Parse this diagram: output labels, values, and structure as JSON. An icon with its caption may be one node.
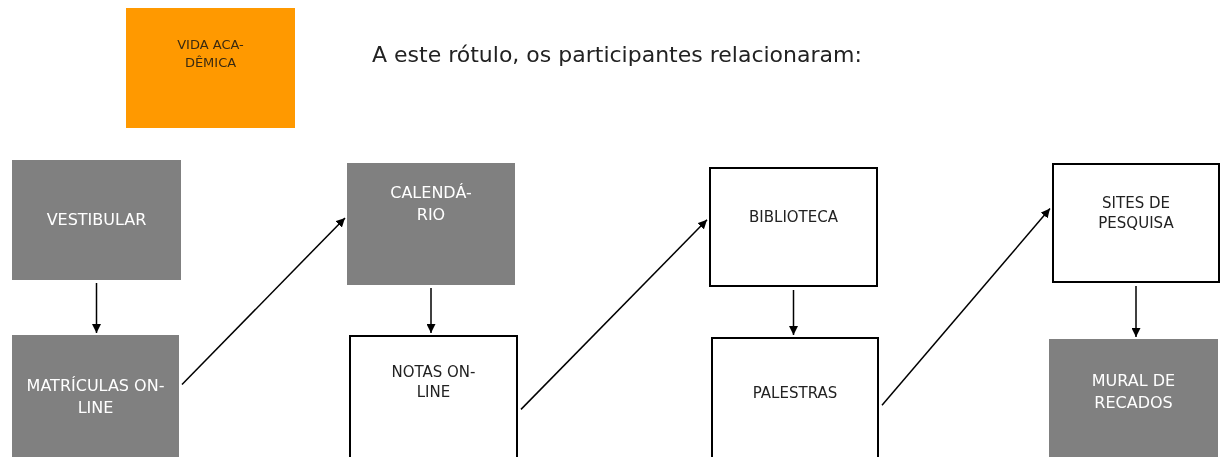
{
  "diagram": {
    "nodes": [
      {
        "text": [
          "VIDA ACA- DÊMICA"
        ]
      },
      {
        "text": [
          "VESTIBULAR"
        ]
      },
      {
        "text": [
          "MATRÍCULAS ON-LINE"
        ]
      },
      {
        "text": [
          "CALENDÁ- RIO"
        ]
      },
      {
        "text": [
          "NOTAS ON-LINE"
        ]
      },
      {
        "text": [
          "BIBLIOTECA"
        ]
      },
      {
        "text": [
          "PALESTRAS"
        ]
      },
      {
        "text": [
          "SITES DE PESQUISA"
        ]
      },
      {
        "text": [
          "MURAL DE RECADOS"
        ]
      }
    ],
    "edges": [
      {
        "from": 1,
        "to": 2,
        "arrow": "to"
      },
      {
        "from": 2,
        "to": 3,
        "arrow": "to"
      },
      {
        "from": 3,
        "to": 4,
        "arrow": "to"
      },
      {
        "from": 4,
        "to": 5,
        "arrow": "to"
      },
      {
        "from": 5,
        "to": 6,
        "arrow": "to"
      },
      {
        "from": 6,
        "to": 7,
        "arrow": "to"
      },
      {
        "from": 7,
        "to": 8,
        "arrow": "to"
      }
    ],
    "labels": [
      "A este rótulo, os participantes relacionaram:"
    ]
  }
}
